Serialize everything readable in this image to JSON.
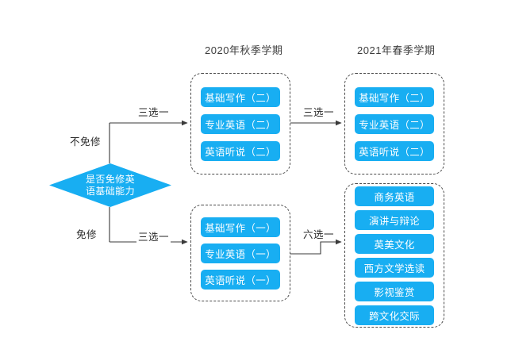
{
  "diagram": {
    "title_fall": "2020年秋季学期",
    "title_spring": "2021年春季学期",
    "decision": {
      "line1": "是否免修英",
      "line2": "语基础能力"
    },
    "branches": {
      "not_exempt": "不免修",
      "exempt": "免修"
    },
    "edges": {
      "e1": "三选一",
      "e2": "三选一",
      "e3": "三选一",
      "e4": "六选一"
    },
    "groups": {
      "fall_required": {
        "courses": [
          "基础写作（二）",
          "专业英语（二）",
          "英语听说（二）"
        ]
      },
      "spring_required": {
        "courses": [
          "基础写作（二）",
          "专业英语（二）",
          "英语听说（二）"
        ]
      },
      "fall_exempt": {
        "courses": [
          "基础写作（一）",
          "专业英语（一）",
          "英语听说（一）"
        ]
      },
      "spring_elective": {
        "courses": [
          "商务英语",
          "演讲与辩论",
          "英美文化",
          "西方文学选读",
          "影视鉴赏",
          "跨文化交际"
        ]
      }
    },
    "colors": {
      "node_fill": "#18AEF2",
      "node_text": "#FFFFFF",
      "border_dashed": "#4A4A4A",
      "connector": "#3A3A3A",
      "label_text": "#2B2B2B",
      "background": "#FFFFFF"
    }
  }
}
